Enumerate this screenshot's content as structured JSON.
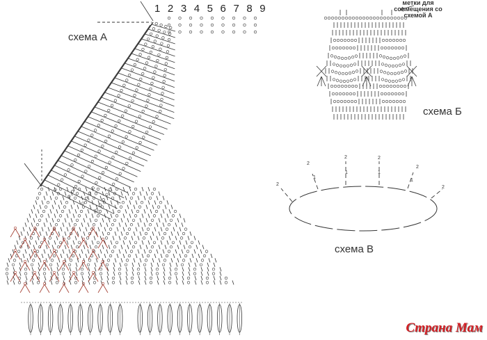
{
  "row_numbers": "1 2 3 4 5 6 7 8 9",
  "labels": {
    "scheme_a": "схема А",
    "scheme_b": "схема Б",
    "scheme_v": "схема В",
    "alignment_note": "метки для совмещения со схемой А"
  },
  "scheme_v_spokes": [
    {
      "inner": "",
      "outer": "2"
    },
    {
      "inner": "1",
      "outer": "2"
    },
    {
      "inner": "1",
      "outer": "2"
    },
    {
      "inner": "1",
      "outer": "2"
    },
    {
      "inner": "1",
      "outer": "2"
    },
    {
      "inner": "",
      "outer": "2"
    }
  ],
  "watermark": "Страна Мам",
  "colors": {
    "ink": "#333333",
    "accent_motif": "#a0372a",
    "watermark": "#d31f24"
  }
}
